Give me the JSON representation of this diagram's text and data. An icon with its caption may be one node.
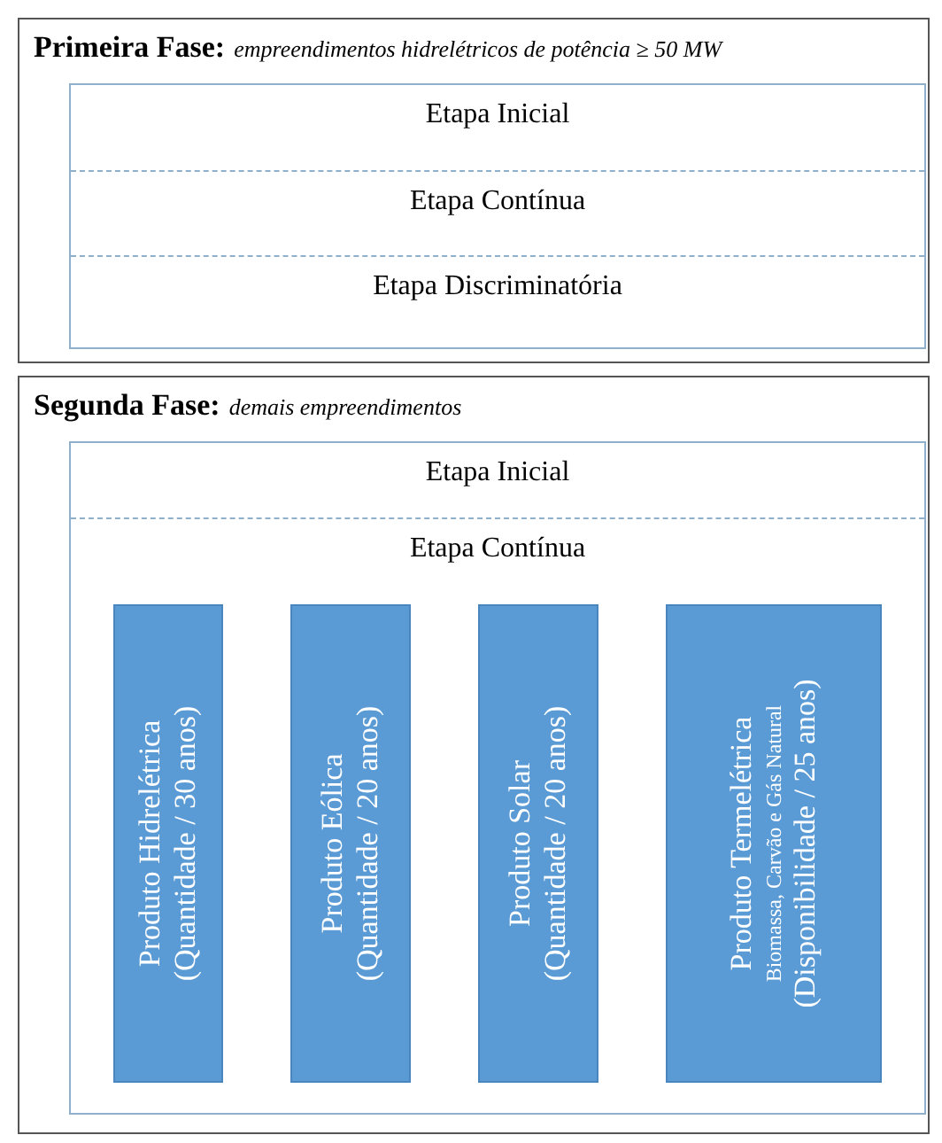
{
  "diagram": {
    "nodes": [
      {
        "text": [
          "Primeira Fase:",
          "empreendimentos hidrelétricos de potência ≥ 50 MW"
        ]
      },
      {
        "text": [],
        "shape": "box",
        "in": 0
      },
      {
        "text": [
          "Etapa Inicial"
        ],
        "in": 1
      },
      {
        "text": [
          "Etapa Contínua"
        ],
        "in": 1
      },
      {
        "text": [
          "Etapa Discriminatória"
        ],
        "in": 1
      },
      {
        "text": [
          "Segunda Fase:",
          "demais empreendimentos"
        ]
      },
      {
        "text": [],
        "shape": "box",
        "in": 5
      },
      {
        "text": [
          "Etapa Inicial"
        ],
        "in": 6
      },
      {
        "text": [
          "Etapa Contínua"
        ],
        "in": 6
      },
      {
        "text": [
          "Produto Hidrelétrica",
          "(Quantidade / 30 anos)"
        ],
        "in": 8
      },
      {
        "text": [
          "Produto Eólica",
          "(Quantidade / 20 anos)"
        ],
        "in": 8
      },
      {
        "text": [
          "Produto Solar",
          "(Quantidade / 20 anos)"
        ],
        "in": 8
      },
      {
        "text": [
          "Produto Termelétrica",
          "Biomassa, Carvão e Gás Natural",
          "(Disponibilidade / 25 anos)"
        ],
        "in": 8
      }
    ]
  }
}
